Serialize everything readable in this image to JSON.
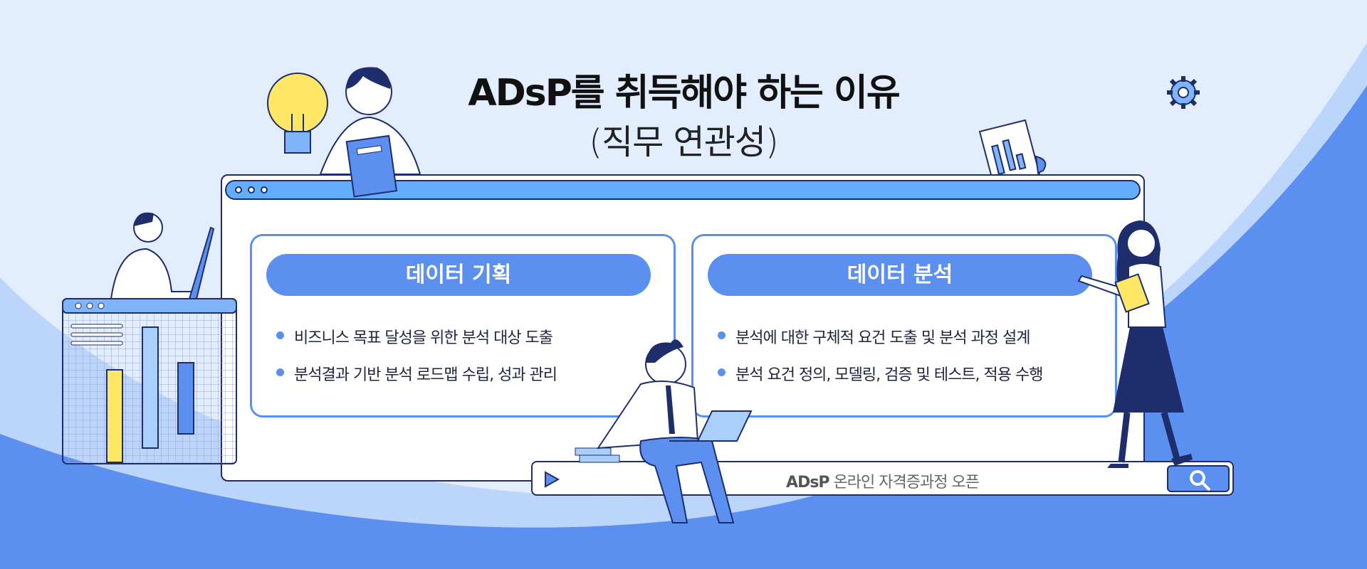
{
  "header": {
    "title": "ADsP를 취득해야 하는 이유",
    "subtitle": "(직무 연관성)"
  },
  "cards": [
    {
      "heading": "데이터 기획",
      "bullets": [
        "비즈니스 목표 달성을 위한 분석 대상 도출",
        "분석결과 기반 분석 로드맵 수립, 성과 관리"
      ]
    },
    {
      "heading": "데이터 분석",
      "bullets": [
        "분석에 대한 구체적 요건 도출 및 분석 과정 설계",
        "분석 요건 정의, 모델링, 검증 및 테스트, 적용 수행"
      ]
    }
  ],
  "search": {
    "brand": "ADsP",
    "text": "온라인 자격증과정 오픈"
  },
  "colors": {
    "accent": "#5b8ff0",
    "titlebar": "#62aefc",
    "outline": "#1e2d6b",
    "background": "#e2edfe",
    "yellow": "#ffe766"
  }
}
